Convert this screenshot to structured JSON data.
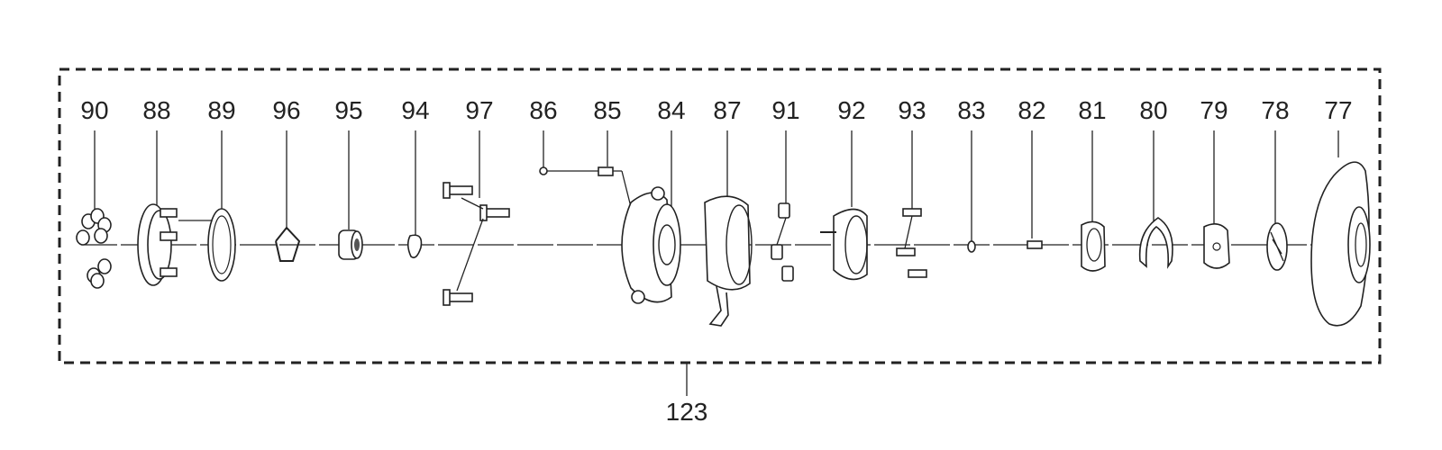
{
  "diagram": {
    "assembly_label": "123",
    "callouts": [
      "90",
      "88",
      "89",
      "96",
      "95",
      "94",
      "97",
      "86",
      "85",
      "84",
      "87",
      "91",
      "92",
      "93",
      "83",
      "82",
      "81",
      "80",
      "79",
      "78",
      "77"
    ]
  }
}
